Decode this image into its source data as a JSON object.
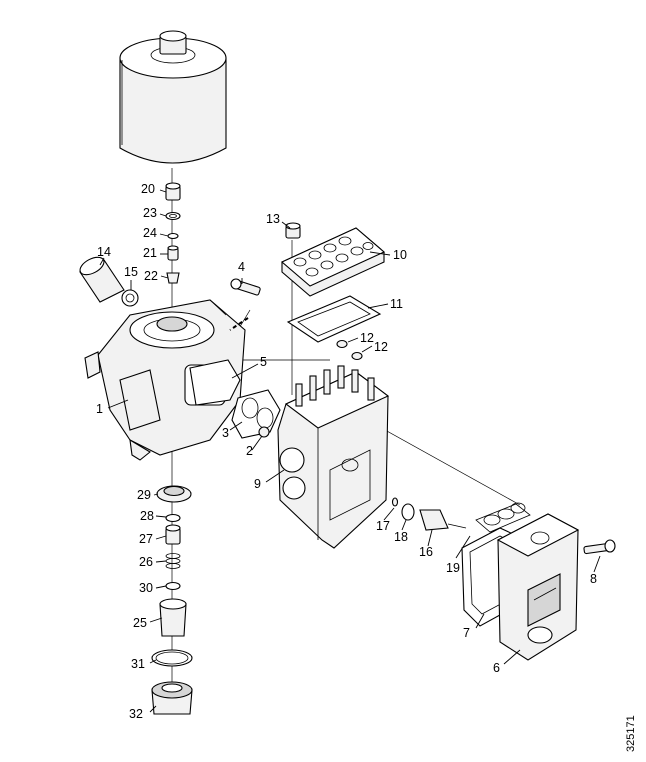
{
  "diagram": {
    "document_number": "325171",
    "callouts": [
      {
        "id": "c1",
        "label": "1"
      },
      {
        "id": "c2",
        "label": "2"
      },
      {
        "id": "c3",
        "label": "3"
      },
      {
        "id": "c4",
        "label": "4"
      },
      {
        "id": "c5",
        "label": "5"
      },
      {
        "id": "c6",
        "label": "6"
      },
      {
        "id": "c7",
        "label": "7"
      },
      {
        "id": "c8",
        "label": "8"
      },
      {
        "id": "c9",
        "label": "9"
      },
      {
        "id": "c10",
        "label": "10"
      },
      {
        "id": "c11",
        "label": "11"
      },
      {
        "id": "c12a",
        "label": "12"
      },
      {
        "id": "c12b",
        "label": "12"
      },
      {
        "id": "c13",
        "label": "13"
      },
      {
        "id": "c14",
        "label": "14"
      },
      {
        "id": "c15",
        "label": "15"
      },
      {
        "id": "c16",
        "label": "16"
      },
      {
        "id": "c17",
        "label": "17"
      },
      {
        "id": "c18",
        "label": "18"
      },
      {
        "id": "c19",
        "label": "19"
      },
      {
        "id": "c20",
        "label": "20"
      },
      {
        "id": "c21",
        "label": "21"
      },
      {
        "id": "c22",
        "label": "22"
      },
      {
        "id": "c23",
        "label": "23"
      },
      {
        "id": "c24",
        "label": "24"
      },
      {
        "id": "c25",
        "label": "25"
      },
      {
        "id": "c26",
        "label": "26"
      },
      {
        "id": "c27",
        "label": "27"
      },
      {
        "id": "c28",
        "label": "28"
      },
      {
        "id": "c29",
        "label": "29"
      },
      {
        "id": "c30",
        "label": "30"
      },
      {
        "id": "c31",
        "label": "31"
      },
      {
        "id": "c32",
        "label": "32"
      }
    ]
  }
}
